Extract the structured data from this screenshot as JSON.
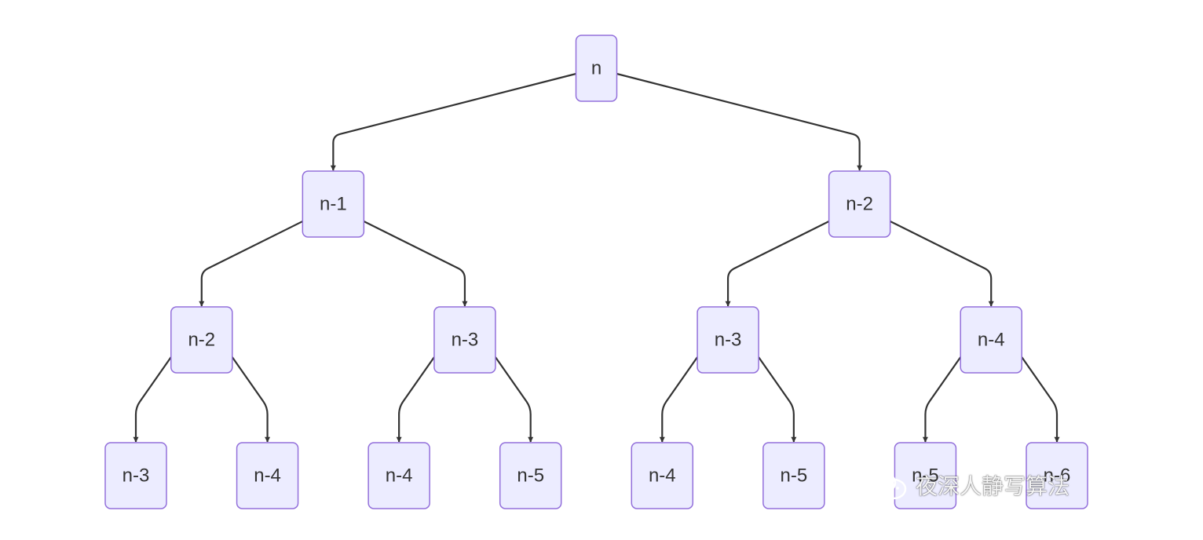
{
  "diagram": {
    "type": "tree",
    "colors": {
      "node_fill": "#ececff",
      "node_border": "#9370db",
      "edge": "#333333",
      "text": "#333333"
    },
    "nodes": [
      {
        "id": "r",
        "label": "n"
      },
      {
        "id": "a",
        "label": "n-1"
      },
      {
        "id": "b",
        "label": "n-2"
      },
      {
        "id": "a1",
        "label": "n-2"
      },
      {
        "id": "a2",
        "label": "n-3"
      },
      {
        "id": "b1",
        "label": "n-3"
      },
      {
        "id": "b2",
        "label": "n-4"
      },
      {
        "id": "a1a",
        "label": "n-3"
      },
      {
        "id": "a1b",
        "label": "n-4"
      },
      {
        "id": "a2a",
        "label": "n-4"
      },
      {
        "id": "a2b",
        "label": "n-5"
      },
      {
        "id": "b1a",
        "label": "n-4"
      },
      {
        "id": "b1b",
        "label": "n-5"
      },
      {
        "id": "b2a",
        "label": "n-5"
      },
      {
        "id": "b2b",
        "label": "n-6"
      }
    ],
    "edges": [
      {
        "from": "r",
        "to": "a"
      },
      {
        "from": "r",
        "to": "b"
      },
      {
        "from": "a",
        "to": "a1"
      },
      {
        "from": "a",
        "to": "a2"
      },
      {
        "from": "b",
        "to": "b1"
      },
      {
        "from": "b",
        "to": "b2"
      },
      {
        "from": "a1",
        "to": "a1a"
      },
      {
        "from": "a1",
        "to": "a1b"
      },
      {
        "from": "a2",
        "to": "a2a"
      },
      {
        "from": "a2",
        "to": "a2b"
      },
      {
        "from": "b1",
        "to": "b1a"
      },
      {
        "from": "b1",
        "to": "b1b"
      },
      {
        "from": "b2",
        "to": "b2a"
      },
      {
        "from": "b2",
        "to": "b2b"
      }
    ]
  },
  "watermark": {
    "icon": "wechat-icon",
    "text": "夜深人静写算法"
  }
}
